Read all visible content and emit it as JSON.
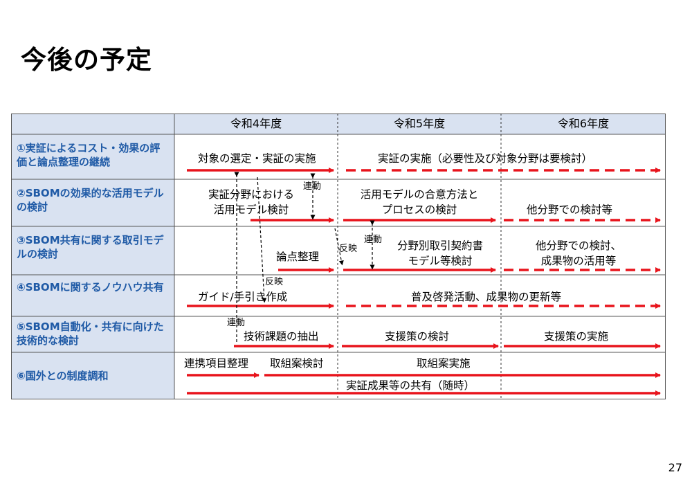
{
  "title": "今後の予定",
  "page_number": "27",
  "colors": {
    "arrow": "#e8141c",
    "header_fill": "#d9e2f1",
    "label_text": "#1f5aa6"
  },
  "years": [
    "令和4年度",
    "令和5年度",
    "令和6年度"
  ],
  "rows": [
    {
      "label": "①実証によるコスト・効果の評価と論点整理の継続"
    },
    {
      "label": "②SBOMの効果的な活用モデルの検討"
    },
    {
      "label": "③SBOM共有に関する取引モデルの検討"
    },
    {
      "label": "④SBOMに関するノウハウ共有"
    },
    {
      "label": "⑤SBOM自動化・共有に向けた技術的な検討"
    },
    {
      "label": "⑥国外との制度調和"
    }
  ],
  "tasks": {
    "r1_a": "対象の選定・実証の実施",
    "r1_b": "実証の実施（必要性及び対象分野は要検討）",
    "r2_a1": "実証分野における",
    "r2_a2": "活用モデル検討",
    "r2_b1": "活用モデルの合意方法と",
    "r2_b2": "プロセスの検討",
    "r2_c": "他分野での検討等",
    "r3_a": "論点整理",
    "r3_b1": "分野別取引契約書",
    "r3_b2": "モデル等検討",
    "r3_c1": "他分野での検討、",
    "r3_c2": "成果物の活用等",
    "r4_a": "ガイド/手引き作成",
    "r4_b": "普及啓発活動、成果物の更新等",
    "r5_a": "技術課題の抽出",
    "r5_b": "支援策の検討",
    "r5_c": "支援策の実施",
    "r6_a": "連携項目整理",
    "r6_b": "取組案検討",
    "r6_c": "取組案実施",
    "r6_d": "実証成果等の共有（随時）"
  },
  "annotations": {
    "renkei_1": "連動",
    "renkei_2": "連動",
    "renkei_3": "連動",
    "hanei_1": "反映",
    "hanei_2": "反映"
  }
}
